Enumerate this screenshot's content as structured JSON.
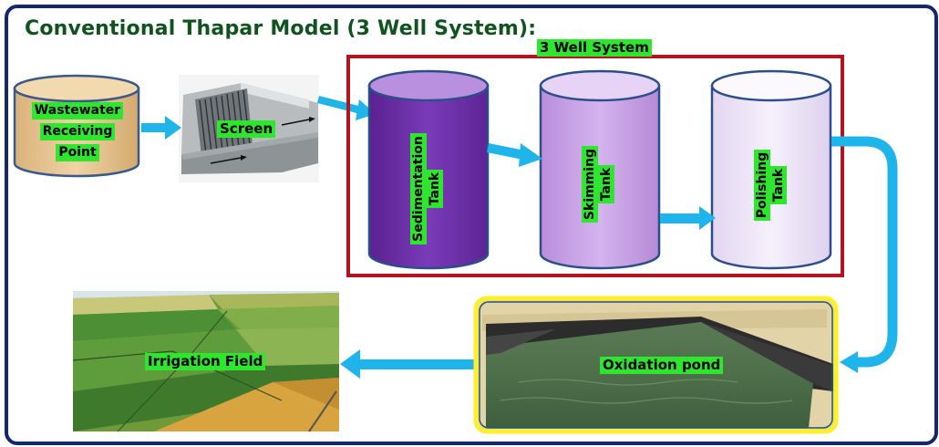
{
  "title": "Conventional Thapar Model (3 Well System):",
  "group_label": "3 Well System",
  "receiving_point": {
    "line1": "Wastewater",
    "line2": "Receiving",
    "line3": "Point"
  },
  "screen_label": "Screen",
  "sedimentation": {
    "line1": "Sedimentation",
    "line2": "Tank"
  },
  "skimming": {
    "line1": "Skimming",
    "line2": "Tank"
  },
  "polishing": {
    "line1": "Polishing",
    "line2": "Tank"
  },
  "oxidation_label": "Oxidation pond",
  "irrigation_label": "Irrigation Field",
  "colors": {
    "frame": "#14266e",
    "title": "#10531f",
    "arrow": "#1fb4ea",
    "label_bg": "#2ee62e",
    "group_border": "#b2151f",
    "sedimentation": "#6a2ea3",
    "skimming": "#c6a2e4",
    "polishing": "#eee6f8",
    "receiving": "#e4c493",
    "pond_border": "#ffef2a"
  }
}
